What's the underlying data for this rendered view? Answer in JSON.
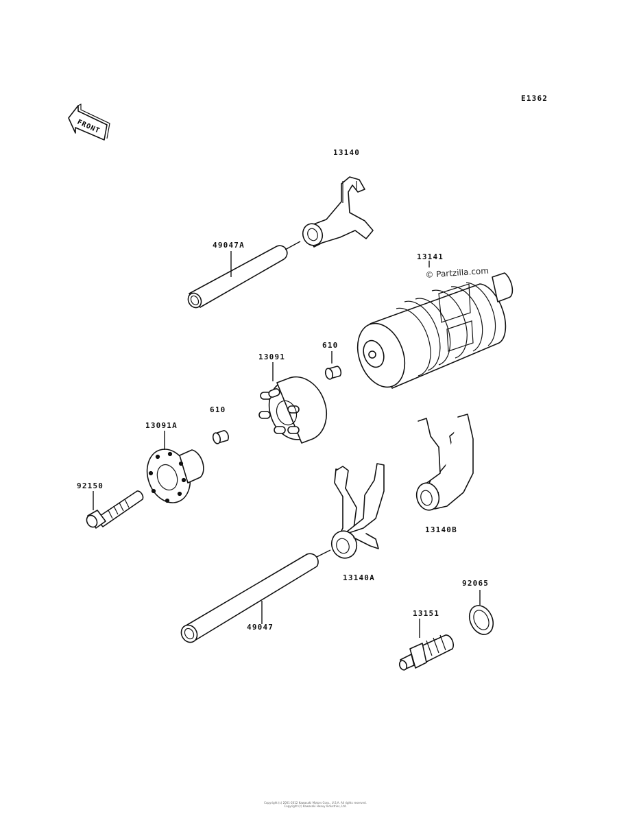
{
  "diagram_code": "E1362",
  "front_arrow": {
    "label": "FRONT"
  },
  "watermark": "© Partzilla.com",
  "copyright": [
    "Copyright (c) 2001-2012 Kawasaki Motors Corp., U.S.A. All rights reserved.",
    "Copyright (c) Kawasaki Heavy Industries, Ltd."
  ],
  "callouts": {
    "c13140": "13140",
    "c49047A": "49047A",
    "c13141": "13141",
    "c13091": "13091",
    "c610a": "610",
    "c610b": "610",
    "c13091A": "13091A",
    "c92150": "92150",
    "c13140B": "13140B",
    "c13140A": "13140A",
    "c92065": "92065",
    "c13151": "13151",
    "c49047": "49047"
  }
}
